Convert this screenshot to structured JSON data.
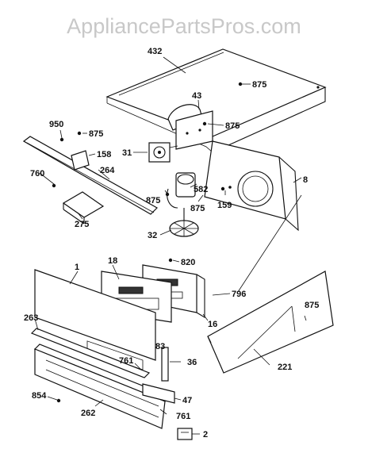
{
  "watermark": "AppliancePartsPros.com",
  "top_caption": "",
  "callouts": {
    "c432": "432",
    "c875a": "875",
    "c43": "43",
    "c875b": "875",
    "c950": "950",
    "c875c": "875",
    "c158": "158",
    "c31": "31",
    "c8": "8",
    "c760": "760",
    "c264": "264",
    "c582": "582",
    "c875d": "875",
    "c875e": "875",
    "c159": "159",
    "c275": "275",
    "c32": "32",
    "c820": "820",
    "c18": "18",
    "c1": "1",
    "c796": "796",
    "c875f": "875",
    "c16": "16",
    "c263": "263",
    "c83": "83",
    "c761a": "761",
    "c36": "36",
    "c221": "221",
    "c854": "854",
    "c47": "47",
    "c262": "262",
    "c761b": "761",
    "c2": "2"
  }
}
